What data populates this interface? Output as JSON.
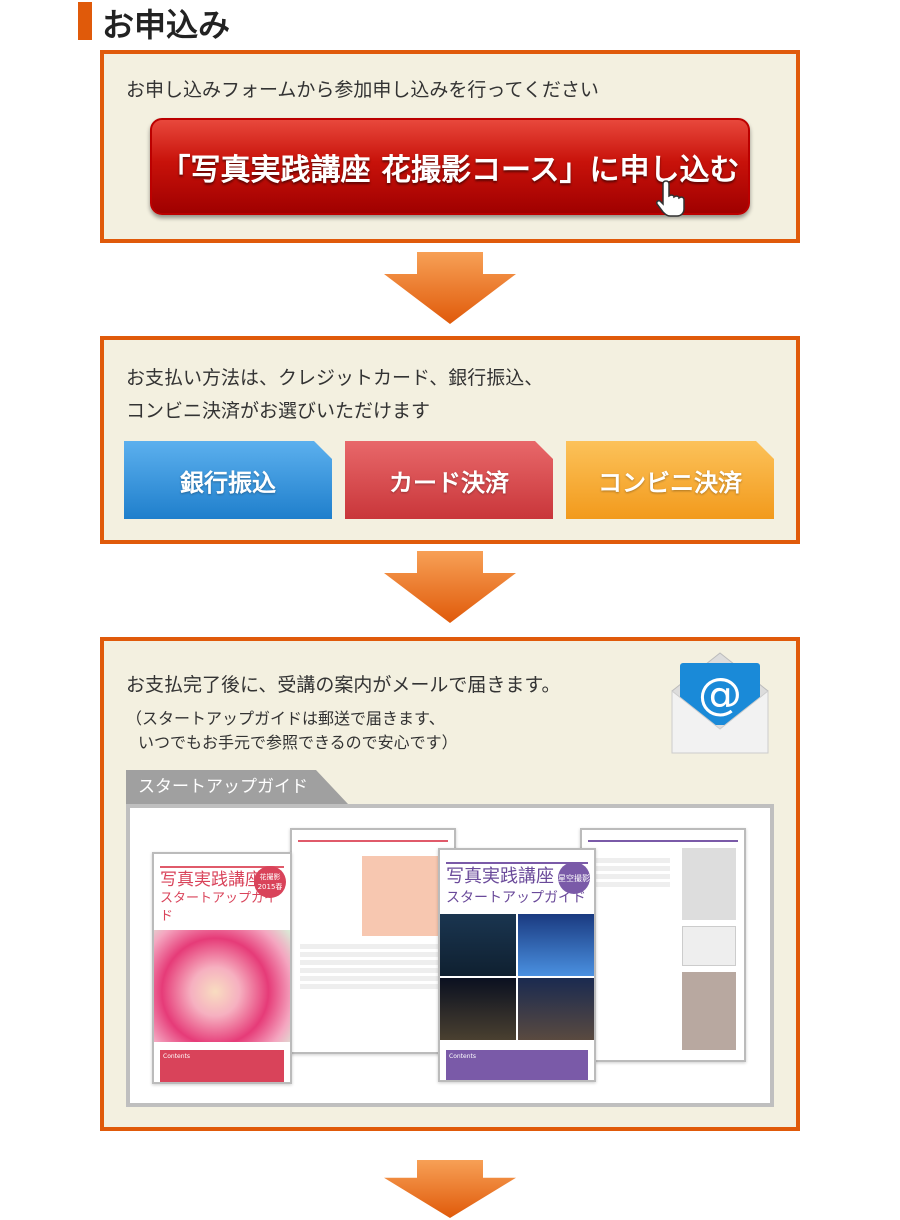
{
  "heading": "お申込み",
  "step1": {
    "text": "お申し込みフォームから参加申し込みを行ってください",
    "button": "「写真実践講座 花撮影コース」に申し込む"
  },
  "step2": {
    "text1": "お支払い方法は、クレジットカード、銀行振込、",
    "text2": "コンビニ決済がお選びいただけます",
    "methods": [
      {
        "label": "銀行振込",
        "color": "#2e8fd8"
      },
      {
        "label": "カード決済",
        "color": "#d94448"
      },
      {
        "label": "コンビニ決済",
        "color": "#f5a623"
      }
    ]
  },
  "step3": {
    "text1": "お支払完了後に、受講の案内がメールで届きます。",
    "text2": "（スタートアップガイドは郵送で届きます、",
    "text3": "いつでもお手元で参照できるので安心です）",
    "guide_label": "スタートアップガイド",
    "books": [
      {
        "title1": "写真実践講座",
        "title2": "スタートアップガイド",
        "badge": "花撮影 2015春",
        "contents": "Contents"
      },
      {
        "title1": "写真実践講座",
        "title2": "スタートアップガイド",
        "badge": "星空撮影",
        "contents": "Contents"
      }
    ]
  },
  "colors": {
    "accent": "#e05a0a",
    "panel": "#f3f0e0"
  }
}
